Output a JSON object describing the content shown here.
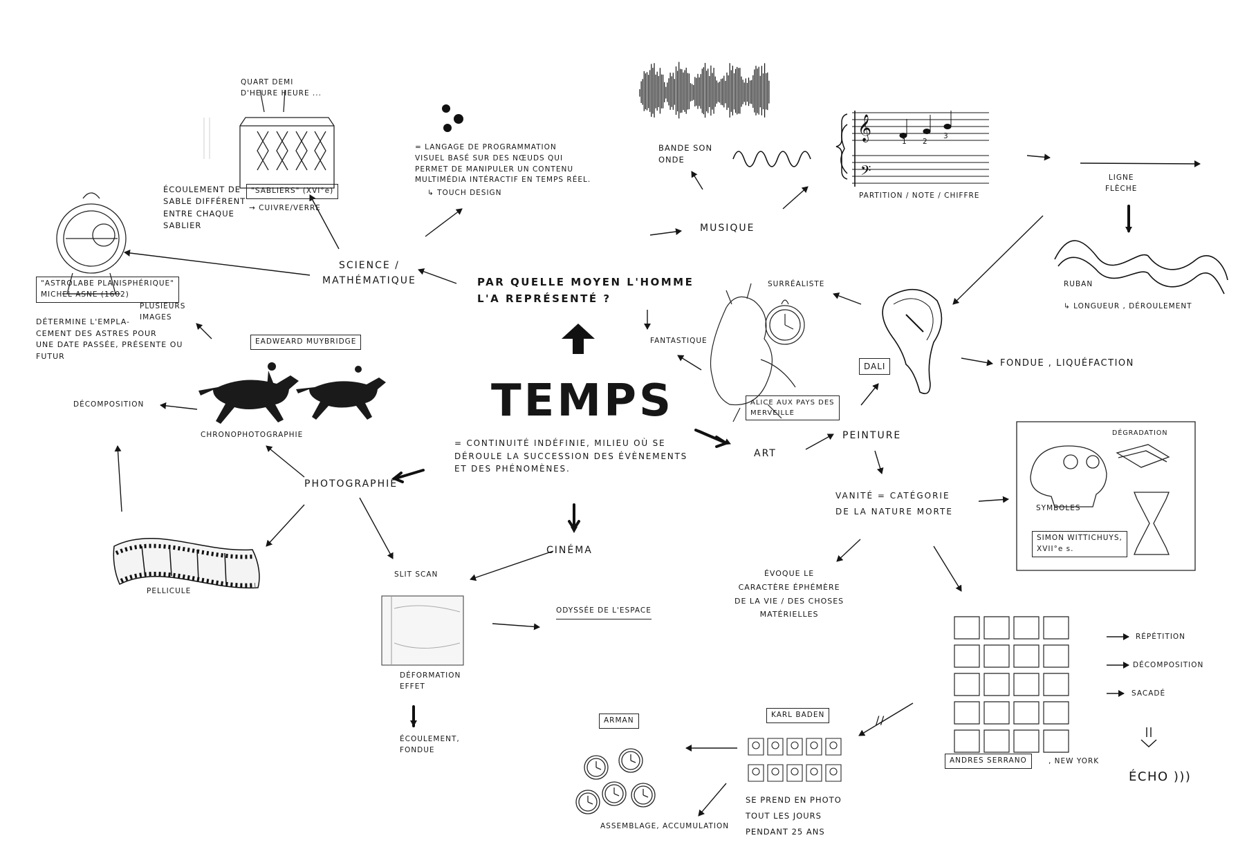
{
  "center": {
    "title": "TEMPS",
    "question": "PAR QUELLE MOYEN L'HOMME\nL'A REPRÉSENTÉ ?",
    "definition": "= CONTINUITÉ INDÉFINIE, MILIEU OÙ SE\nDÉROULE LA SUCCESSION DES ÉVÈNEMENTS\nET DES PHÉNOMÈNES."
  },
  "science": {
    "label": "SCIENCE /\nMATHÉMATIQUE",
    "sablier_marks": "QUART   DEMI\nD'HEURE   HEURE ...",
    "sablier_desc": "ÉCOULEMENT DE\nSABLE DIFFÉRENT\nENTRE CHAQUE\nSABLIER",
    "sablier_box": "\"SABLIERS\" (XVI°e)",
    "sablier_material": "→ CUIVRE/VERRE",
    "astrolabe_box": "\"ASTROLABE PLANISPHÉRIQUE\"\nMICHEL ASNE (1602)",
    "astrolabe_desc": "DÉTERMINE L'EMPLA-\nCEMENT DES ASTRES POUR\nUNE DATE PASSÉE, PRÉSENTE OU\nFUTUR",
    "touch_desc": "= LANGAGE DE PROGRAMMATION\nVISUEL BASÉ SUR DES NŒUDS QUI\nPERMET DE MANIPULER UN CONTENU\nMULTIMÉDIA INTÉRACTIF EN TEMPS RÉEL.",
    "touch_name": "↳ TOUCH DESIGN"
  },
  "musique": {
    "label": "MUSIQUE",
    "sound": "BANDE SON\nONDE",
    "partition": "PARTITION / NOTE / CHIFFRE",
    "ligne": "LIGNE\nFLÈCHE",
    "ruban": "RUBAN",
    "ruban_desc": "↳ LONGUEUR , DÉROULEMENT",
    "notes": [
      "1",
      "2",
      "3"
    ]
  },
  "art": {
    "label": "ART",
    "peinture": "PEINTURE",
    "surrealiste": "SURRÉALISTE",
    "fantastique": "FANTASTIQUE",
    "alice": "ALICE AUX PAYS DES\nMERVEILLE",
    "dali": "DALI",
    "fondue": "FONDUE , LIQUÉFACTION",
    "vanite": "VANITÉ = CATÉGORIE\nDE LA NATURE MORTE",
    "degradation": "DÉGRADATION",
    "symboles": "SYMBOLES",
    "simon": "SIMON WITTICHUYS,\nXVII°e s.",
    "evoque": "ÉVOQUE LE\nCARACTÈRE ÉPHÉMÈRE\nDE LA VIE / DES CHOSES\nMATÉRIELLES"
  },
  "photo": {
    "label": "PHOTOGRAPHIE",
    "chrono": "CHRONOPHOTOGRAPHIE",
    "muybridge": "EADWEARD MUYBRIDGE",
    "plusieurs": "PLUSIEURS\nIMAGES",
    "decomposition": "DÉCOMPOSITION",
    "pellicule": "PELLICULE",
    "slit": "SLIT SCAN",
    "deformation": "DÉFORMATION\nEFFET",
    "ecoulement": "ÉCOULEMENT,\nFONDUE"
  },
  "cinema": {
    "label": "CINÉMA",
    "odyssee": "ODYSSÉE DE L'ESPACE"
  },
  "artists": {
    "serrano": "ANDRES SERRANO",
    "newyork": ", NEW YORK",
    "repetition": "RÉPÉTITION",
    "decomposition": "DÉCOMPOSITION",
    "saccade": "SACADÉ",
    "echo": "ÉCHO )))",
    "baden": "KARL BADEN",
    "baden_desc": "SE PREND EN PHOTO\nTOUT LES JOURS\nPENDANT 25 ANS",
    "arman": "ARMAN",
    "assemblage": "ASSEMBLAGE, ACCUMULATION",
    "parallel": "//"
  }
}
